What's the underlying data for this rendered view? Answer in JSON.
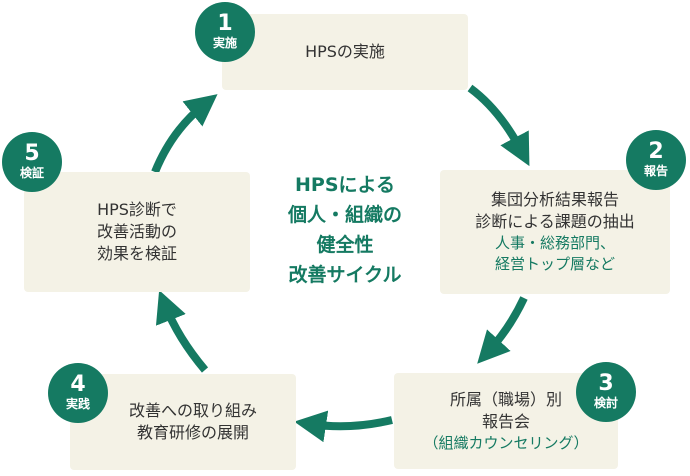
{
  "center_title": [
    "HPSによる",
    "個人・組織の",
    "健全性",
    "改善サイクル"
  ],
  "steps": [
    {
      "number": "1",
      "label": "実施",
      "lines": [
        "HPSの実施"
      ],
      "sub_lines": []
    },
    {
      "number": "2",
      "label": "報告",
      "lines": [
        "集団分析結果報告",
        "診断による課題の抽出"
      ],
      "sub_lines": [
        "人事・総務部門、",
        "経営トップ層など"
      ]
    },
    {
      "number": "3",
      "label": "検討",
      "lines": [
        "所属（職場）別",
        "報告会"
      ],
      "sub_lines": [
        "（組織カウンセリング）"
      ]
    },
    {
      "number": "4",
      "label": "実践",
      "lines": [
        "改善への取り組み",
        "教育研修の展開"
      ],
      "sub_lines": []
    },
    {
      "number": "5",
      "label": "検証",
      "lines": [
        "HPS診断で",
        "改善活動の",
        "効果を検証"
      ],
      "sub_lines": []
    }
  ],
  "colors": {
    "accent": "#157a62",
    "box_bg": "#f4f2e6",
    "text": "#333333"
  }
}
